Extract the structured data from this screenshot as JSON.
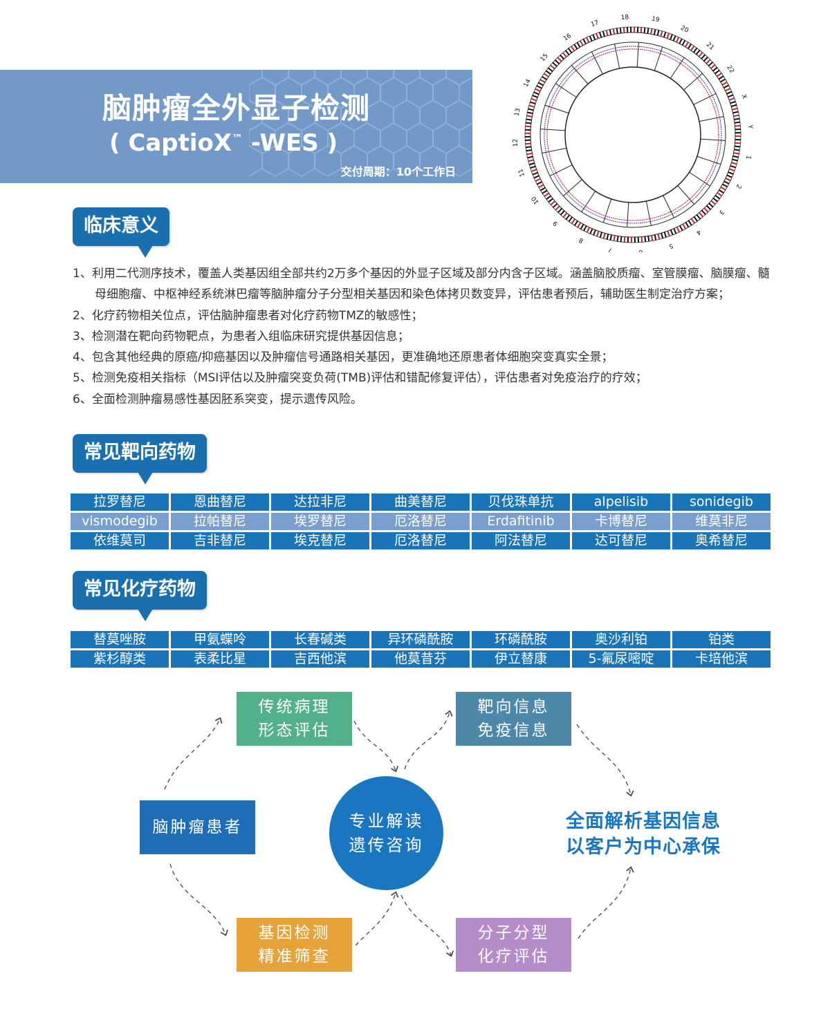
{
  "header": {
    "title": "脑肿瘤全外显子检测",
    "subtitle_prefix": "( CaptioX",
    "subtitle_tm": "™",
    "subtitle_suffix": " -WES )",
    "delivery": "交付周期：10个工作日"
  },
  "circos": {
    "chromosomes": [
      "1",
      "2",
      "3",
      "4",
      "5",
      "6",
      "7",
      "8",
      "9",
      "10",
      "11",
      "12",
      "13",
      "14",
      "15",
      "16",
      "17",
      "18",
      "19",
      "20",
      "21",
      "22",
      "X",
      "Y"
    ]
  },
  "clinical": {
    "heading": "临床意义",
    "items": [
      "1、利用二代测序技术，覆盖人类基因组全部共约2万多个基因的外显子区域及部分内含子区域。涵盖脑胶质瘤、室管膜瘤、脑膜瘤、髓母细胞瘤、中枢神经系统淋巴瘤等脑肿瘤分子分型相关基因和染色体拷贝数变异，评估患者预后，辅助医生制定治疗方案；",
      "2、化疗药物相关位点，评估脑肿瘤患者对化疗药物TMZ的敏感性；",
      "3、检测潜在靶向药物靶点，为患者入组临床研究提供基因信息；",
      "4、包含其他经典的原癌/抑癌基因以及肿瘤信号通路相关基因，更准确地还原患者体细胞突变真实全景；",
      "5、检测免疫相关指标（MSI评估以及肿瘤突变负荷(TMB)评估和错配修复评估），评估患者对免疫治疗的疗效；",
      "6、全面检测肿瘤易感性基因胚系突变，提示遗传风险。"
    ]
  },
  "targeted": {
    "heading": "常见靶向药物",
    "rows": [
      [
        "拉罗替尼",
        "恩曲替尼",
        "达拉非尼",
        "曲美替尼",
        "贝伐珠单抗",
        "alpelisib",
        "sonidegib"
      ],
      [
        "vismodegib",
        "拉帕替尼",
        "埃罗替尼",
        "厄洛替尼",
        "Erdafitinib",
        "卡博替尼",
        "维莫非尼"
      ],
      [
        "依维莫司",
        "吉非替尼",
        "埃克替尼",
        "厄洛替尼",
        "阿法替尼",
        "达可替尼",
        "奥希替尼"
      ]
    ]
  },
  "chemo": {
    "heading": "常见化疗药物",
    "rows": [
      [
        "替莫唑胺",
        "甲氨蝶呤",
        "长春碱类",
        "异环磷酰胺",
        "环磷酰胺",
        "奥沙利铂",
        "铂类"
      ],
      [
        "紫杉醇类",
        "表柔比星",
        "吉西他滨",
        "他莫昔芬",
        "伊立替康",
        "5-氟尿嘧啶",
        "卡培他滨"
      ]
    ]
  },
  "flow": {
    "pathology": [
      "传统病理",
      "形态评估"
    ],
    "targets": [
      "靶向信息",
      "免疫信息"
    ],
    "patient": "脑肿瘤患者",
    "center": [
      "专业解读",
      "遗传咨询"
    ],
    "genetic": [
      "基因检测",
      "精准筛查"
    ],
    "molecular": [
      "分子分型",
      "化疗评估"
    ],
    "slogan": [
      "全面解析基因信息",
      "以客户为中心承保"
    ]
  }
}
